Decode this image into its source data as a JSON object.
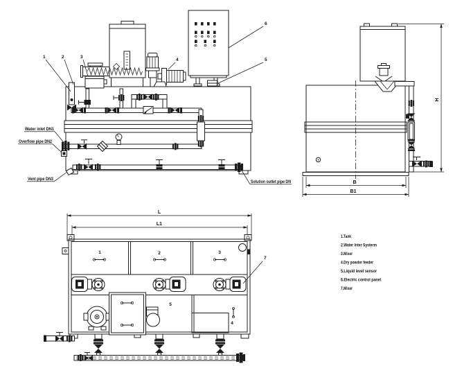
{
  "front": {
    "c1": "1",
    "c2": "2",
    "c3": "3",
    "c4": "4",
    "c5": "5",
    "c6": "6",
    "labels": {
      "water_inlet": "Water inlet DN1",
      "overflow": "Overflow pipe DN2",
      "vent": "Vent pipe DN3",
      "solution_outlet": "Solution outlet pipe DN"
    }
  },
  "side": {
    "dim_h": "H",
    "dim_b": "B",
    "dim_b1": "B1"
  },
  "top": {
    "dim_l": "L",
    "dim_l1": "L1",
    "comp1": "1",
    "comp2": "2",
    "comp3": "3",
    "c4": "4",
    "c5": "5",
    "c7": "7"
  },
  "legend": {
    "items": [
      "1.Tank",
      "2.Water Inter Systerm",
      "3.Mixer",
      "4.Dry powder feeder",
      "5.Liquid level sensor",
      "6.Electric control panel",
      "7.Mixer"
    ]
  },
  "colors": {
    "line": "#1c1c1c",
    "background": "#ffffff"
  }
}
